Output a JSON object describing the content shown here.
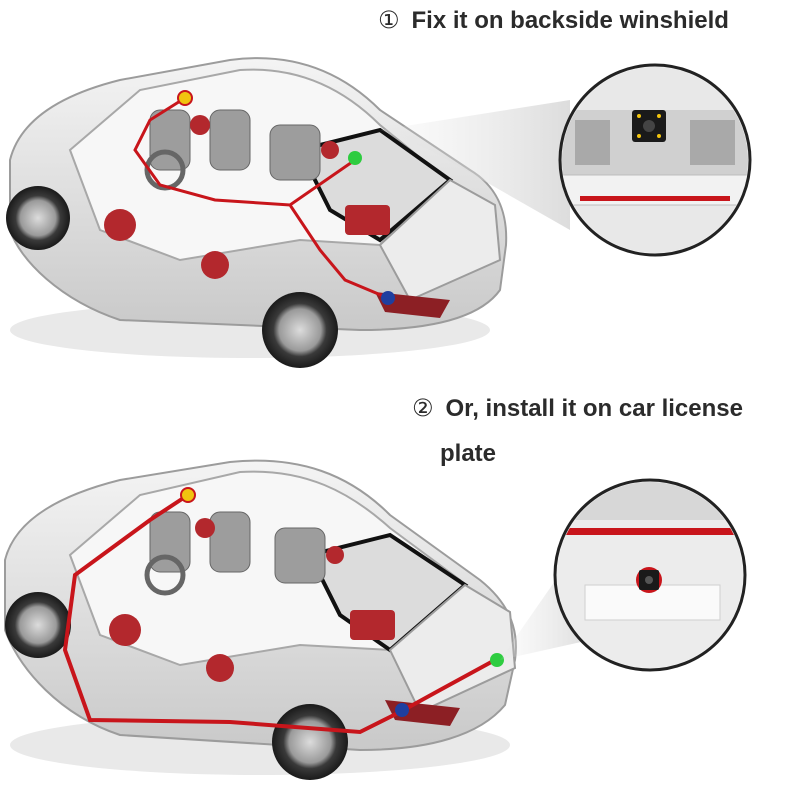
{
  "captions": {
    "step1_number": "①",
    "step1_text": "Fix it on backside winshield",
    "step2_number": "②",
    "step2_text_line1": "Or, install it on car license",
    "step2_text_line2": "plate"
  },
  "colors": {
    "wire": "#c8151b",
    "camera_dot": "#2ecc40",
    "mirror_dot": "#f1c40f",
    "power_dot": "#1f3fa0",
    "car_body": "#e6e6e6"
  }
}
